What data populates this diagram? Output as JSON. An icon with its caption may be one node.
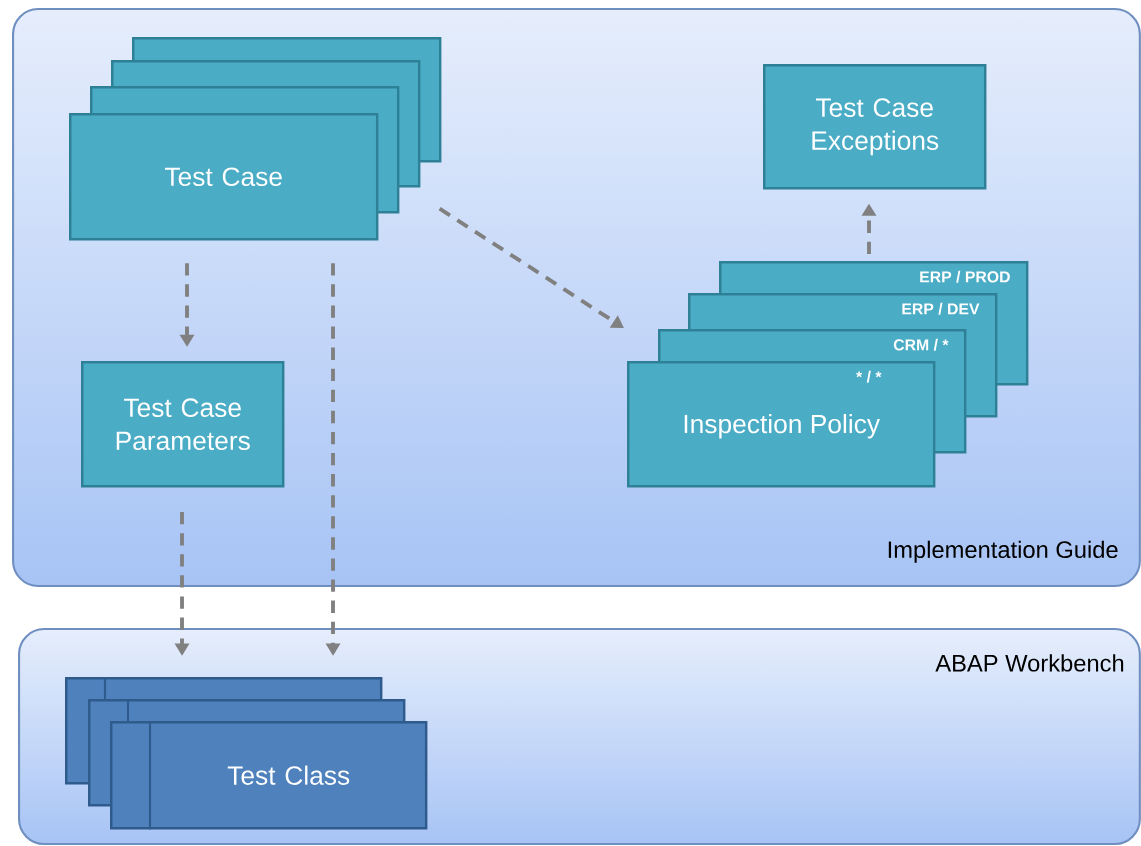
{
  "diagram": {
    "nodes": [
      {
        "text": [
          "Implementation Guide"
        ]
      },
      {
        "text": [
          "Test Case"
        ],
        "in": 0
      },
      {
        "text": [
          "Test Case Exceptions"
        ],
        "in": 0
      },
      {
        "text": [
          "ERP / PROD",
          "ERP / DEV",
          "CRM / *",
          "* / *",
          "Inspection Policy"
        ],
        "in": 0
      },
      {
        "text": [
          "Test Case Parameters"
        ],
        "in": 0
      },
      {
        "text": [
          "ABAP Workbench"
        ]
      },
      {
        "text": [
          "Test Class"
        ],
        "in": 5
      }
    ],
    "edges": [
      {
        "from": 1,
        "to": 4,
        "arrow": "to",
        "style": "dashed"
      },
      {
        "from": 1,
        "to": 6,
        "arrow": "to",
        "style": "dashed"
      },
      {
        "from": 1,
        "to": 3,
        "arrow": "to",
        "style": "dashed"
      },
      {
        "from": 4,
        "to": 6,
        "arrow": "to",
        "style": "dashed"
      },
      {
        "from": 3,
        "to": 2,
        "arrow": "to",
        "style": "dashed"
      }
    ]
  }
}
